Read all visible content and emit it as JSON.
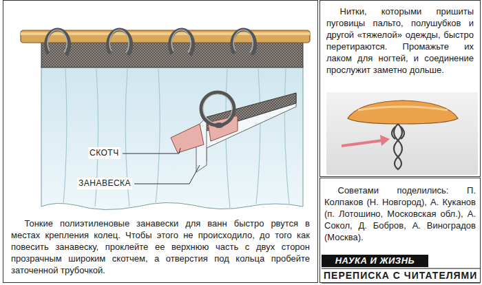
{
  "diagram": {
    "nodes": [
      {
        "text": [
          "Тонкие полиэтиленовые занавески для ванн быстро рвутся в местах крепления колец. Чтобы этого не происходило, до того как повесить занавеску, проклейте ее верхнюю часть с двух сторон прозрачным широким скотчем, а отверстия под кольца пробейте заточенной трубочкой."
        ]
      },
      {
        "text": [
          "Нитки, которыми пришиты пуговицы пальто, полушубков и другой «тяжелой» одежды, быстро перетираются. Промажьте их лаком для ногтей, и соединение прослужит заметно дольше."
        ]
      },
      {
        "text": [
          "Советами поделились: П. Колпаков (Н. Новгород), А. Куканов (п. Лотошино, Московская обл.), А. Сокол, Д. Бобров, А. Виноградов (Москва)."
        ]
      },
      {
        "text": [
          "НАУКА И ЖИЗНЬ"
        ],
        "in": 2
      }
    ],
    "labels": [
      "СКОТЧ",
      "ЗАНАВЕСКА",
      "ПЕРЕПИСКА С ЧИТАТЕЛЯМИ"
    ]
  }
}
